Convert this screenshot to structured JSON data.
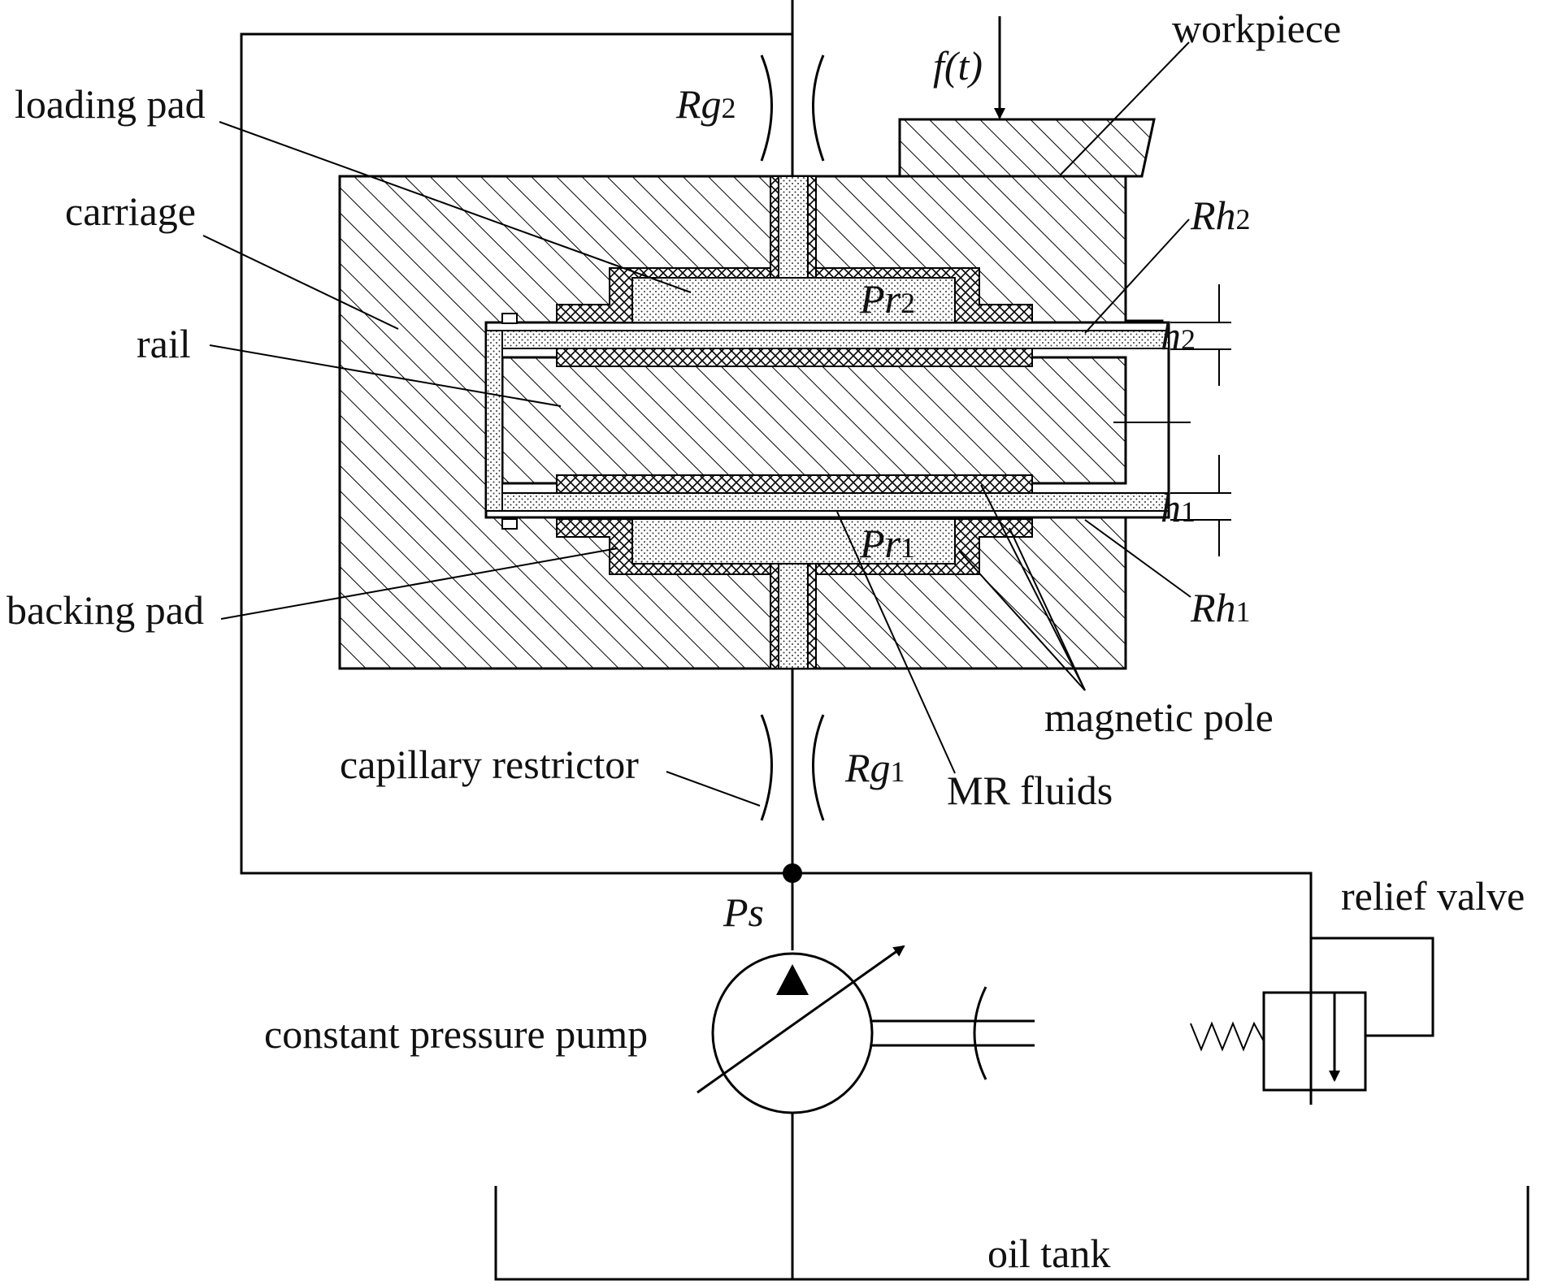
{
  "labels": {
    "loading_pad": "loading pad",
    "carriage": "carriage",
    "rail": "rail",
    "backing_pad": "backing pad",
    "capillary_restrictor": "capillary restrictor",
    "mr_fluids": "MR fluids",
    "magnetic_pole": "magnetic pole",
    "workpiece": "workpiece",
    "relief_valve": "relief valve",
    "constant_pressure_pump": "constant pressure pump",
    "oil_tank": "oil tank"
  },
  "symbols": {
    "rg2": {
      "main": "Rg",
      "sub": "2"
    },
    "rg1": {
      "main": "Rg",
      "sub": "1"
    },
    "rh2": {
      "main": "Rh",
      "sub": "2"
    },
    "rh1": {
      "main": "Rh",
      "sub": "1"
    },
    "pr2": {
      "main": "Pr",
      "sub": "2"
    },
    "pr1": {
      "main": "Pr",
      "sub": "1"
    },
    "h2": {
      "main": "h",
      "sub": "2"
    },
    "h1": {
      "main": "h",
      "sub": "1"
    },
    "ps": "Ps",
    "force": "f(t)"
  }
}
